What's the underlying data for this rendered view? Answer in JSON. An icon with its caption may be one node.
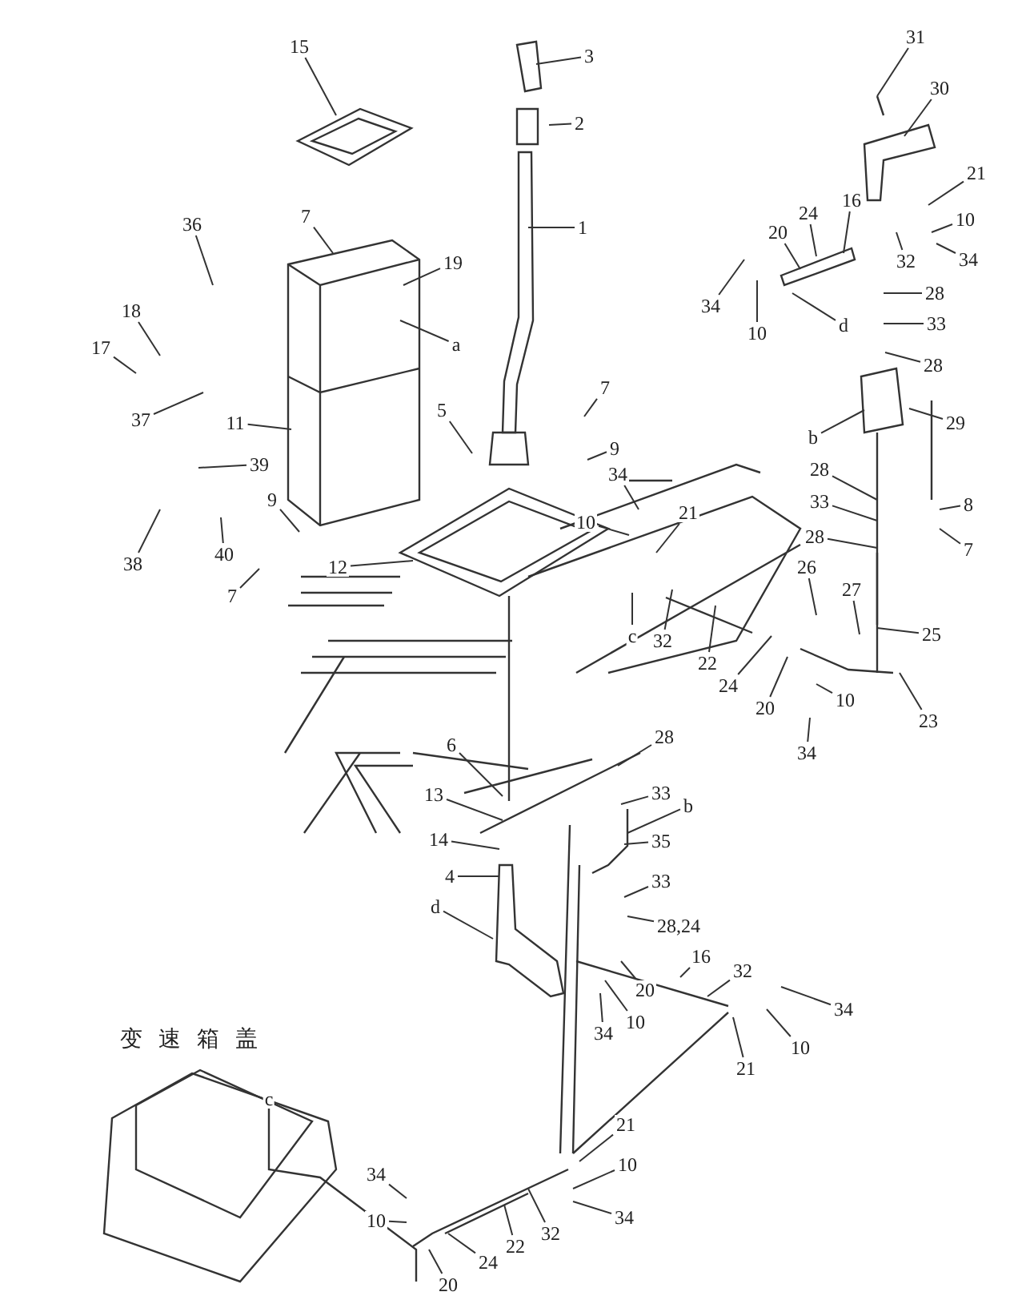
{
  "diagram": {
    "nodes": [
      {
        "text": [
          "15"
        ]
      },
      {
        "text": [
          "7"
        ]
      },
      {
        "text": [
          "36"
        ]
      },
      {
        "text": [
          "19"
        ]
      },
      {
        "text": [
          "a"
        ]
      },
      {
        "text": [
          "18"
        ]
      },
      {
        "text": [
          "17"
        ]
      },
      {
        "text": [
          "37"
        ]
      },
      {
        "text": [
          "11"
        ]
      },
      {
        "text": [
          "39"
        ]
      },
      {
        "text": [
          "5"
        ]
      },
      {
        "text": [
          "38"
        ]
      },
      {
        "text": [
          "40"
        ]
      },
      {
        "text": [
          "9"
        ]
      },
      {
        "text": [
          "7"
        ]
      },
      {
        "text": [
          "12"
        ]
      },
      {
        "text": [
          "3"
        ]
      },
      {
        "text": [
          "2"
        ]
      },
      {
        "text": [
          "1"
        ]
      },
      {
        "text": [
          "7"
        ]
      },
      {
        "text": [
          "9"
        ]
      },
      {
        "text": [
          "34"
        ]
      },
      {
        "text": [
          "10"
        ]
      },
      {
        "text": [
          "21"
        ]
      },
      {
        "text": [
          "32"
        ]
      },
      {
        "text": [
          "22"
        ]
      },
      {
        "text": [
          "24"
        ]
      },
      {
        "text": [
          "20"
        ]
      },
      {
        "text": [
          "10"
        ]
      },
      {
        "text": [
          "34"
        ]
      },
      {
        "text": [
          "23"
        ]
      },
      {
        "text": [
          "25"
        ]
      },
      {
        "text": [
          "26"
        ]
      },
      {
        "text": [
          "27"
        ]
      },
      {
        "text": [
          "28"
        ]
      },
      {
        "text": [
          "31"
        ]
      },
      {
        "text": [
          "30"
        ]
      },
      {
        "text": [
          "21"
        ]
      },
      {
        "text": [
          "10"
        ]
      },
      {
        "text": [
          "34"
        ]
      },
      {
        "text": [
          "32"
        ]
      },
      {
        "text": [
          "16"
        ]
      },
      {
        "text": [
          "24"
        ]
      },
      {
        "text": [
          "20"
        ]
      },
      {
        "text": [
          "34"
        ]
      },
      {
        "text": [
          "10"
        ]
      },
      {
        "text": [
          "d"
        ]
      },
      {
        "text": [
          "28"
        ]
      },
      {
        "text": [
          "33"
        ]
      },
      {
        "text": [
          "28"
        ]
      },
      {
        "text": [
          "b"
        ]
      },
      {
        "text": [
          "29"
        ]
      },
      {
        "text": [
          "8"
        ]
      },
      {
        "text": [
          "7"
        ]
      },
      {
        "text": [
          "6"
        ]
      },
      {
        "text": [
          "13"
        ]
      },
      {
        "text": [
          "14"
        ]
      },
      {
        "text": [
          "4"
        ]
      },
      {
        "text": [
          "d"
        ]
      },
      {
        "text": [
          "28"
        ]
      },
      {
        "text": [
          "33"
        ]
      },
      {
        "text": [
          "b"
        ]
      },
      {
        "text": [
          "35"
        ]
      },
      {
        "text": [
          "33"
        ]
      },
      {
        "text": [
          "28,24"
        ]
      },
      {
        "text": [
          "16"
        ]
      },
      {
        "text": [
          "32"
        ]
      },
      {
        "text": [
          "20"
        ]
      },
      {
        "text": [
          "10"
        ]
      },
      {
        "text": [
          "34"
        ]
      },
      {
        "text": [
          "34"
        ]
      },
      {
        "text": [
          "10"
        ]
      },
      {
        "text": [
          "21"
        ]
      },
      {
        "text": [
          "21"
        ]
      },
      {
        "text": [
          "10"
        ]
      },
      {
        "text": [
          "34"
        ]
      },
      {
        "text": [
          "32"
        ]
      },
      {
        "text": [
          "22"
        ]
      },
      {
        "text": [
          "24"
        ]
      },
      {
        "text": [
          "20"
        ]
      },
      {
        "text": [
          "10"
        ]
      },
      {
        "text": [
          "34"
        ]
      },
      {
        "text": [
          "c"
        ]
      },
      {
        "text": [
          "c"
        ]
      },
      {
        "text": [
          "28"
        ]
      },
      {
        "text": [
          "33"
        ]
      }
    ],
    "edges": [
      {
        "from": 0,
        "to": null,
        "arrow": "none"
      },
      {
        "from": 1,
        "to": null,
        "arrow": "none"
      },
      {
        "from": 2,
        "to": null,
        "arrow": "none"
      },
      {
        "from": 3,
        "to": null,
        "arrow": "none"
      },
      {
        "from": 4,
        "to": null,
        "arrow": "none"
      },
      {
        "from": 5,
        "to": null,
        "arrow": "none"
      },
      {
        "from": 6,
        "to": null,
        "arrow": "none"
      },
      {
        "from": 7,
        "to": null,
        "arrow": "none"
      },
      {
        "from": 8,
        "to": null,
        "arrow": "none"
      },
      {
        "from": 9,
        "to": null,
        "arrow": "none"
      },
      {
        "from": 10,
        "to": null,
        "arrow": "none"
      },
      {
        "from": 11,
        "to": null,
        "arrow": "none"
      },
      {
        "from": 12,
        "to": null,
        "arrow": "none"
      },
      {
        "from": 13,
        "to": null,
        "arrow": "none"
      },
      {
        "from": 14,
        "to": null,
        "arrow": "none"
      },
      {
        "from": 15,
        "to": null,
        "arrow": "none"
      },
      {
        "from": 16,
        "to": null,
        "arrow": "none"
      },
      {
        "from": 17,
        "to": null,
        "arrow": "none"
      },
      {
        "from": 18,
        "to": null,
        "arrow": "none"
      },
      {
        "from": 19,
        "to": null,
        "arrow": "none"
      },
      {
        "from": 20,
        "to": null,
        "arrow": "none"
      },
      {
        "from": 21,
        "to": null,
        "arrow": "none"
      },
      {
        "from": 22,
        "to": null,
        "arrow": "none"
      },
      {
        "from": 23,
        "to": null,
        "arrow": "none"
      },
      {
        "from": 24,
        "to": null,
        "arrow": "none"
      },
      {
        "from": 25,
        "to": null,
        "arrow": "none"
      },
      {
        "from": 26,
        "to": null,
        "arrow": "none"
      },
      {
        "from": 27,
        "to": null,
        "arrow": "none"
      },
      {
        "from": 28,
        "to": null,
        "arrow": "none"
      },
      {
        "from": 29,
        "to": null,
        "arrow": "none"
      },
      {
        "from": 30,
        "to": null,
        "arrow": "none"
      },
      {
        "from": 31,
        "to": null,
        "arrow": "none"
      },
      {
        "from": 32,
        "to": null,
        "arrow": "none"
      },
      {
        "from": 33,
        "to": null,
        "arrow": "none"
      },
      {
        "from": 34,
        "to": null,
        "arrow": "none"
      },
      {
        "from": 35,
        "to": null,
        "arrow": "none"
      },
      {
        "from": 36,
        "to": null,
        "arrow": "none"
      },
      {
        "from": 37,
        "to": null,
        "arrow": "none"
      },
      {
        "from": 38,
        "to": null,
        "arrow": "none"
      },
      {
        "from": 39,
        "to": null,
        "arrow": "none"
      },
      {
        "from": 40,
        "to": null,
        "arrow": "none"
      },
      {
        "from": 41,
        "to": null,
        "arrow": "none"
      },
      {
        "from": 42,
        "to": null,
        "arrow": "none"
      },
      {
        "from": 43,
        "to": null,
        "arrow": "none"
      },
      {
        "from": 44,
        "to": null,
        "arrow": "none"
      },
      {
        "from": 45,
        "to": null,
        "arrow": "none"
      },
      {
        "from": 46,
        "to": null,
        "arrow": "none"
      },
      {
        "from": 47,
        "to": null,
        "arrow": "none"
      },
      {
        "from": 48,
        "to": null,
        "arrow": "none"
      },
      {
        "from": 49,
        "to": null,
        "arrow": "none"
      },
      {
        "from": 50,
        "to": null,
        "arrow": "none"
      },
      {
        "from": 51,
        "to": null,
        "arrow": "none"
      },
      {
        "from": 52,
        "to": null,
        "arrow": "none"
      },
      {
        "from": 53,
        "to": null,
        "arrow": "none"
      },
      {
        "from": 54,
        "to": null,
        "arrow": "none"
      },
      {
        "from": 55,
        "to": null,
        "arrow": "none"
      },
      {
        "from": 56,
        "to": null,
        "arrow": "none"
      },
      {
        "from": 57,
        "to": null,
        "arrow": "none"
      },
      {
        "from": 58,
        "to": null,
        "arrow": "none"
      },
      {
        "from": 59,
        "to": null,
        "arrow": "none"
      },
      {
        "from": 60,
        "to": null,
        "arrow": "none"
      },
      {
        "from": 61,
        "to": null,
        "arrow": "none"
      },
      {
        "from": 62,
        "to": null,
        "arrow": "none"
      },
      {
        "from": 63,
        "to": null,
        "arrow": "none"
      },
      {
        "from": 64,
        "to": null,
        "arrow": "none"
      },
      {
        "from": 65,
        "to": null,
        "arrow": "none"
      },
      {
        "from": 66,
        "to": null,
        "arrow": "none"
      },
      {
        "from": 67,
        "to": null,
        "arrow": "none"
      },
      {
        "from": 68,
        "to": null,
        "arrow": "none"
      },
      {
        "from": 69,
        "to": null,
        "arrow": "none"
      },
      {
        "from": 70,
        "to": null,
        "arrow": "none"
      },
      {
        "from": 71,
        "to": null,
        "arrow": "none"
      },
      {
        "from": 72,
        "to": null,
        "arrow": "none"
      },
      {
        "from": 73,
        "to": null,
        "arrow": "none"
      },
      {
        "from": 74,
        "to": null,
        "arrow": "none"
      },
      {
        "from": 75,
        "to": null,
        "arrow": "none"
      },
      {
        "from": 76,
        "to": null,
        "arrow": "none"
      },
      {
        "from": 77,
        "to": null,
        "arrow": "none"
      },
      {
        "from": 78,
        "to": null,
        "arrow": "none"
      },
      {
        "from": 79,
        "to": null,
        "arrow": "none"
      },
      {
        "from": 80,
        "to": null,
        "arrow": "none"
      },
      {
        "from": 81,
        "to": null,
        "arrow": "none"
      },
      {
        "from": 82,
        "to": null,
        "arrow": "none"
      },
      {
        "from": 83,
        "to": null,
        "arrow": "none"
      },
      {
        "from": 84,
        "to": null,
        "arrow": "none"
      },
      {
        "from": 85,
        "to": null,
        "arrow": "none"
      }
    ],
    "labels": [
      "变速箱盖"
    ]
  }
}
